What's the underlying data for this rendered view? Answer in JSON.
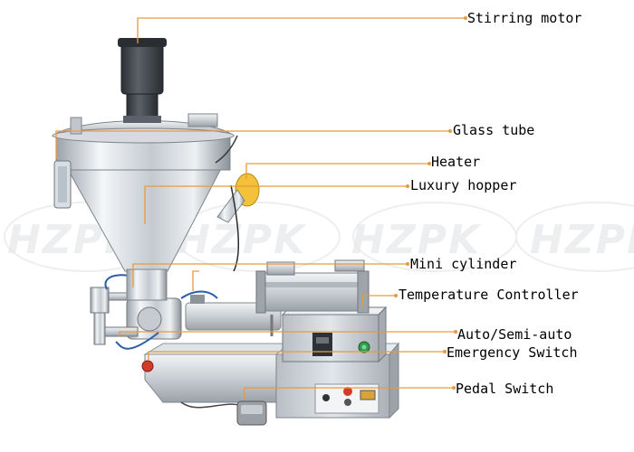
{
  "labels": [
    {
      "id": "stirring-motor",
      "text": "Stirring motor"
    },
    {
      "id": "glass-tube",
      "text": "Glass tube"
    },
    {
      "id": "heater",
      "text": "Heater"
    },
    {
      "id": "luxury-hopper",
      "text": "Luxury hopper"
    },
    {
      "id": "mini-cylinder",
      "text": "Mini cylinder"
    },
    {
      "id": "temperature-controller",
      "text": "Temperature Controller"
    },
    {
      "id": "auto-semi-auto",
      "text": "Auto/Semi-auto"
    },
    {
      "id": "emergency-switch",
      "text": "Emergency Switch"
    },
    {
      "id": "pedal-switch",
      "text": "Pedal Switch"
    }
  ],
  "watermark": "HZPK",
  "colors": {
    "leader_line": "#e89a3c",
    "label_text": "#000000",
    "steel_light": "#f2f4f6",
    "steel_dark": "#8c949c",
    "motor": "#3a3f44",
    "heater": "#f3c23a",
    "button_green": "#2e9e4a",
    "button_red": "#d23a2a"
  }
}
